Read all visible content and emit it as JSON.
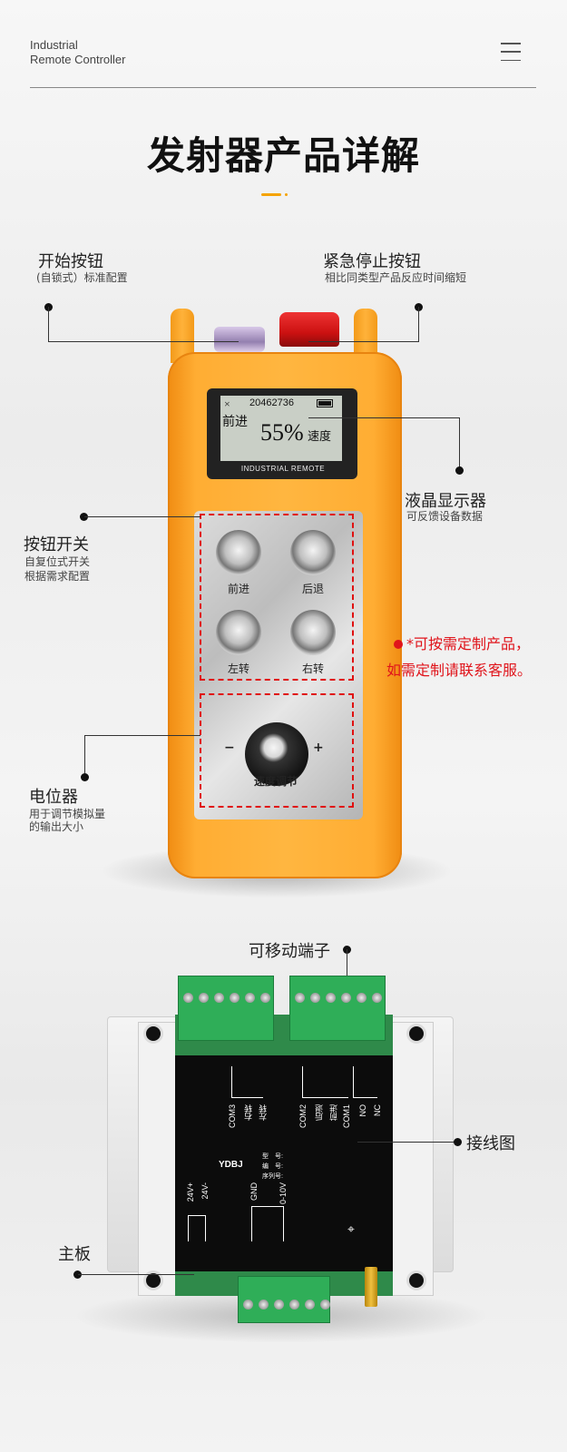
{
  "header": {
    "brand_line1": "Industrial",
    "brand_line2": "Remote Controller"
  },
  "section_title": "发射器产品详解",
  "callouts": {
    "start_button": {
      "title": "开始按钮",
      "desc": "(自锁式）标准配置"
    },
    "emergency_stop": {
      "title": "紧急停止按钮",
      "desc": "相比同类型产品反应时间缩短"
    },
    "lcd": {
      "title": "液晶显示器",
      "desc": "可反馈设备数据"
    },
    "button_switch": {
      "title": "按钮开关",
      "desc1": "自复位式开关",
      "desc2": "根据需求配置"
    },
    "potentiometer": {
      "title": "电位器",
      "desc1": "用于调节模拟量",
      "desc2": "的输出大小"
    },
    "terminals": {
      "title": "可移动端子"
    },
    "wiring": {
      "title": "接线图"
    },
    "mainboard": {
      "title": "主板"
    }
  },
  "custom_note": {
    "line1": "*可按需定制产品，",
    "line2": "如需定制请联系客服。"
  },
  "lcd_screen": {
    "close_symbol": "×",
    "id": "20462736",
    "mode": "前进",
    "value": "55%",
    "unit": "速度"
  },
  "remote_logo": "INDUSTRIAL REMOTE",
  "remote_buttons": [
    "前进",
    "后退",
    "左转",
    "右转"
  ],
  "knob_label": "速度调节",
  "knob_minus": "−",
  "knob_plus": "+",
  "wiring_panel": {
    "top_labels": [
      "COM3",
      "右转",
      "左转",
      "COM2",
      "后退",
      "前进",
      "COM1",
      "NO",
      "NC"
    ],
    "brand": "YDBJ",
    "info_rows": [
      "型　号:",
      "编　号:",
      "序列号:"
    ],
    "bottom_labels": [
      "24V+",
      "24V-",
      "GND",
      "0-10V"
    ]
  },
  "colors": {
    "accent_orange": "#ffb23a",
    "title_bar": "#f5a300",
    "note_red": "#e0141b",
    "terminal_green": "#2fae58"
  }
}
